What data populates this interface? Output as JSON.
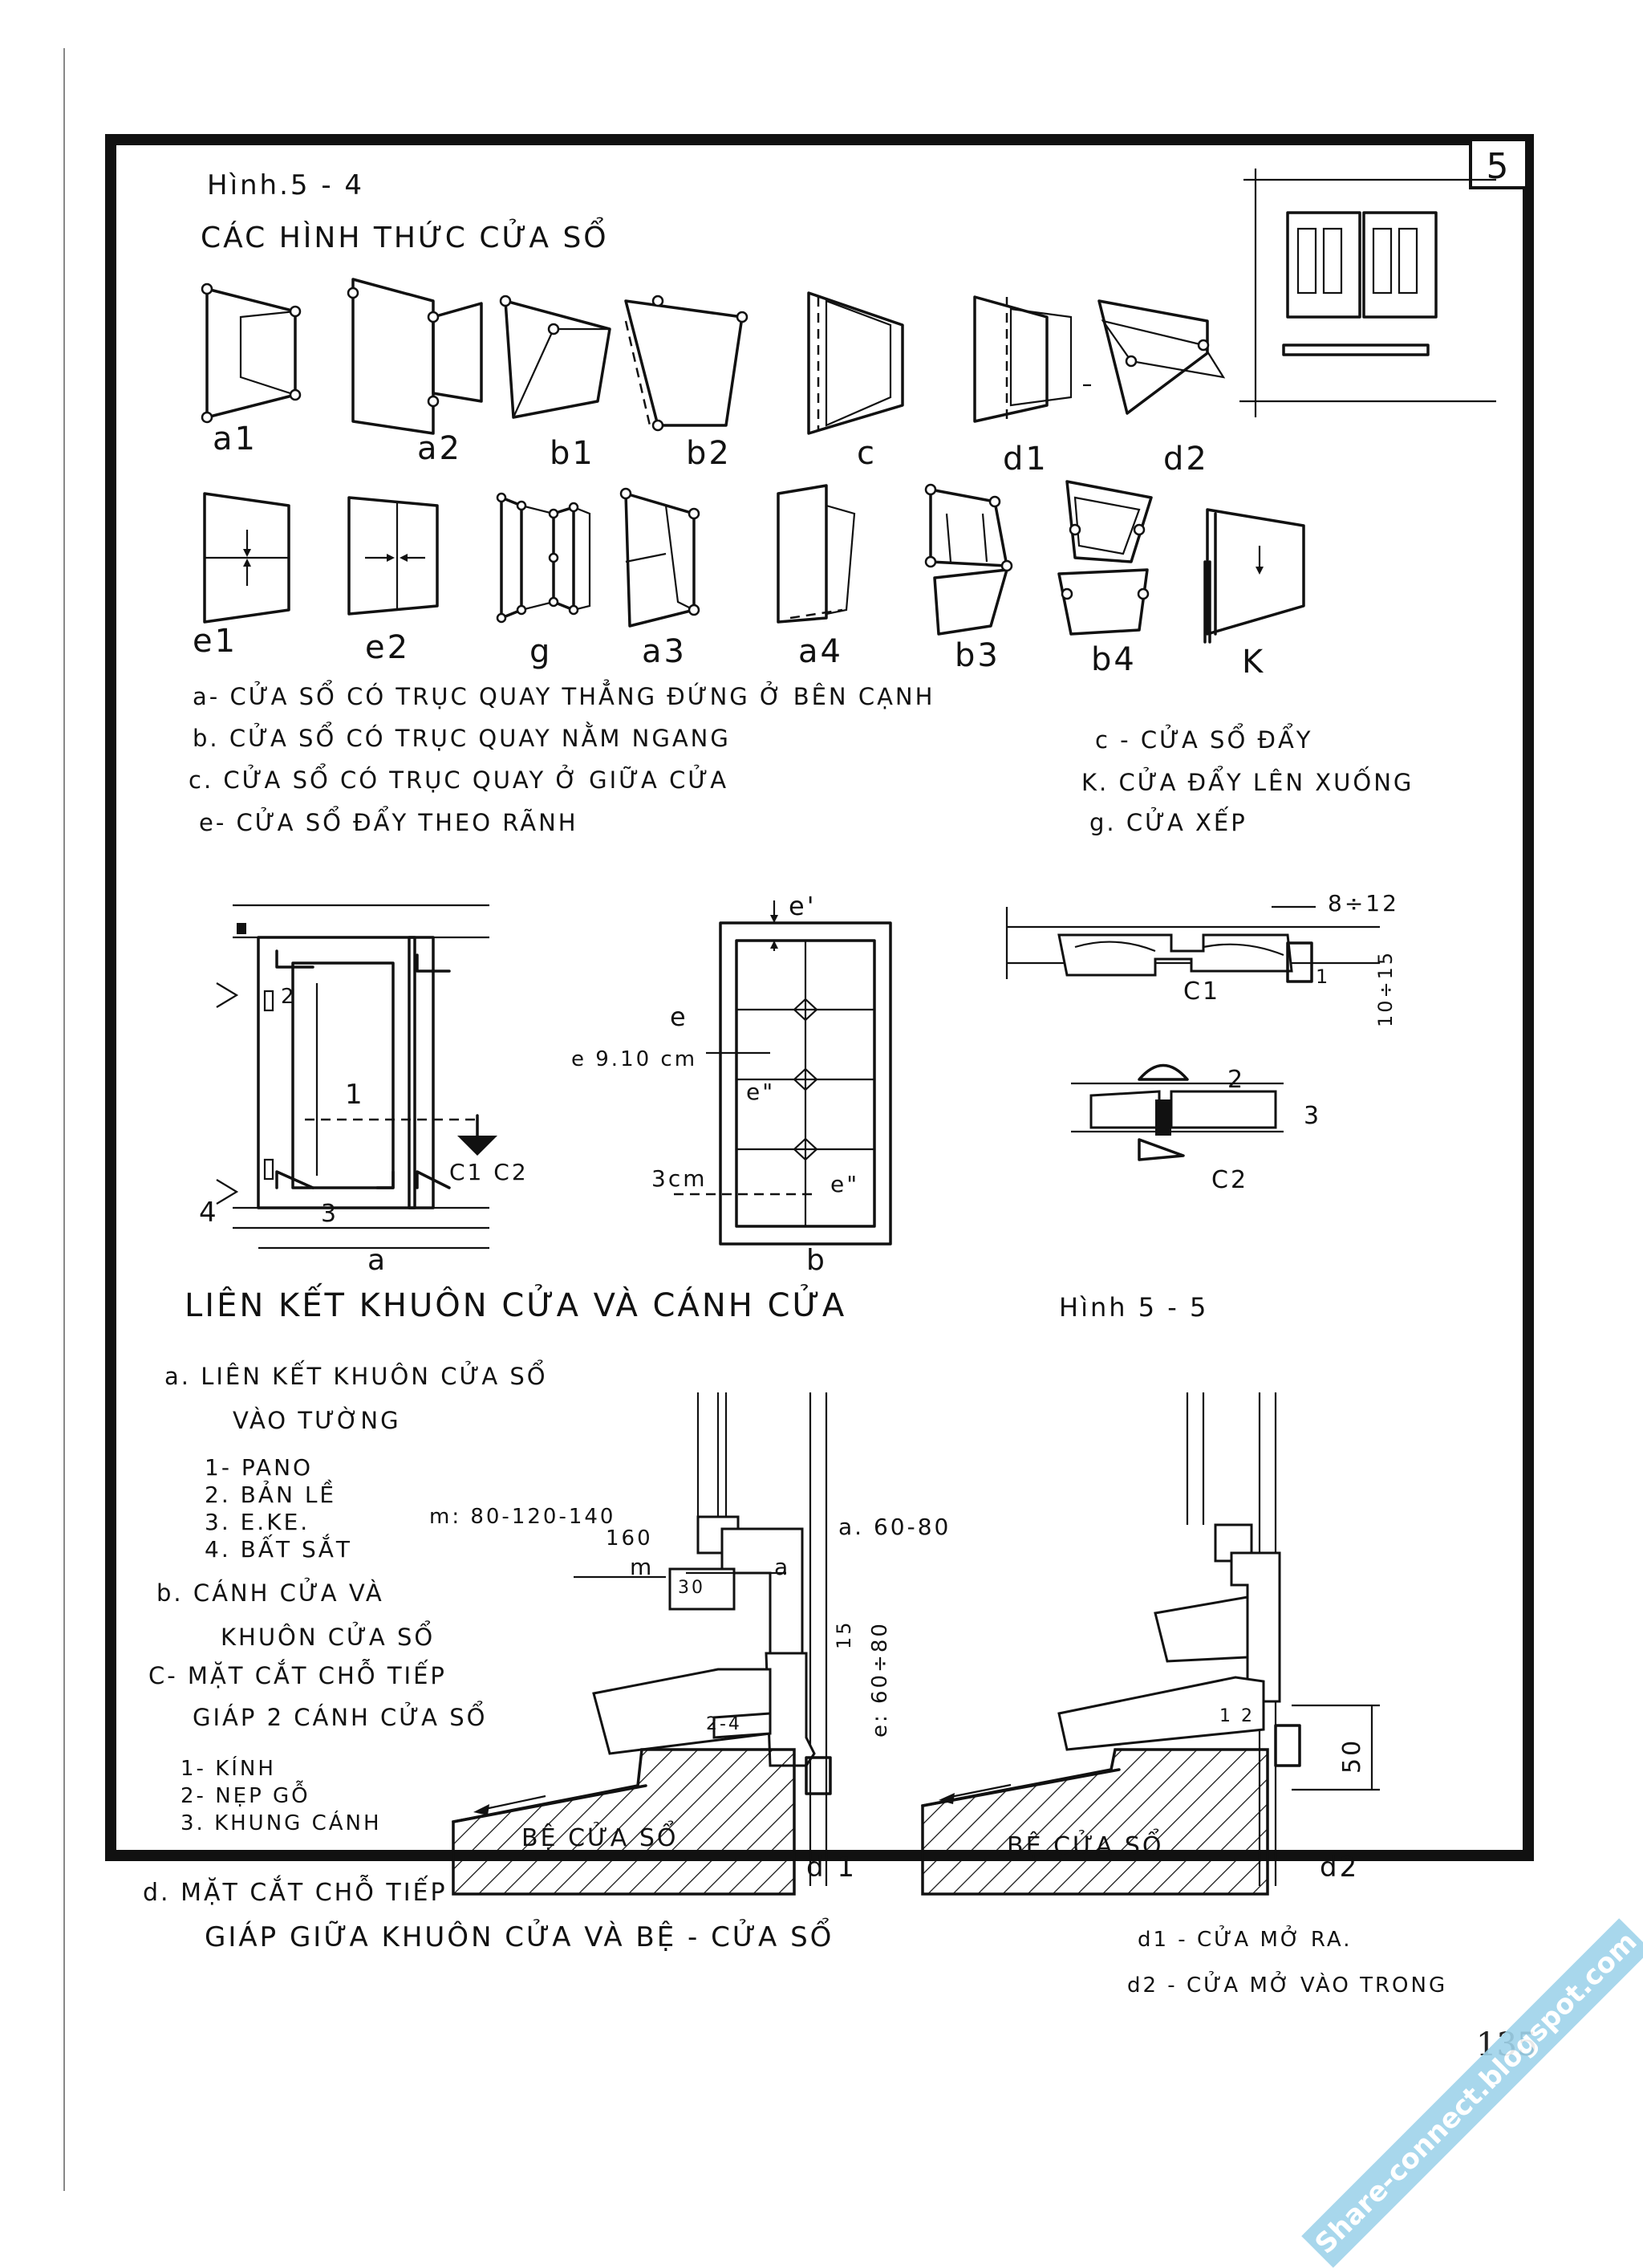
{
  "header": {
    "section_number": "5",
    "figure_1_label": "Hình.5 - 4",
    "figure_1_title": "CÁC HÌNH THỨC CỬA SỔ",
    "figure_2_label": "Hình 5 - 5",
    "figure_2_title": "LIÊN KẾT KHUÔN CỬA VÀ CÁNH CỬA"
  },
  "window_types": {
    "row1": [
      "a1",
      "a2",
      "b1",
      "b2",
      "c",
      "d1",
      "d2"
    ],
    "row2": [
      "e1",
      "e2",
      "g",
      "a3",
      "a4",
      "b3",
      "b4",
      "K"
    ]
  },
  "legend_left": [
    "a- CỬA SỔ CÓ TRỤC QUAY THẲNG ĐỨNG Ở BÊN CẠNH",
    "b. CỬA SỔ CÓ TRỤC QUAY NẰM NGANG",
    "c. CỬA SỔ CÓ TRỤC QUAY Ở GIỮA CỬA",
    "e- CỬA SỔ ĐẨY THEO RÃNH"
  ],
  "legend_right": [
    "c - CỬA SỔ ĐẨY",
    "K. CỬA ĐẨY LÊN XUỐNG",
    "g. CỬA XẾP"
  ],
  "detail_labels": {
    "a_caption": "a",
    "b_caption": "b",
    "num_1": "1",
    "num_2": "2",
    "num_3": "3",
    "num_4": "4",
    "cut_mark": "C1 C2",
    "e_prime": "e'",
    "e": "e",
    "e_range": "e 9.10 cm",
    "e_double1": "e\"",
    "e_double2": "e\"",
    "three_cm": "3cm",
    "dim_8_12": "8÷12",
    "dim_10_15": "10÷15",
    "c1": "C1",
    "c2": "C2",
    "c2_num_2": "2",
    "c2_num_3": "3",
    "c1_num_1": "1"
  },
  "notes": {
    "a_title_1": "a. LIÊN KẾT KHUÔN CỬA SỔ",
    "a_title_2": "VÀO TƯỜNG",
    "a_items": [
      "1- PANO",
      "2. BẢN LỀ",
      "3. E.KE.",
      "4. BẤT SẮT"
    ],
    "b_title_1": "b. CÁNH CỬA VÀ",
    "b_title_2": "KHUÔN CỬA SỔ",
    "c_title_1": "C- MẶT CẮT CHỖ TIẾP",
    "c_title_2": "GIÁP 2 CÁNH CỬA SỔ",
    "c_items": [
      "1- KÍNH",
      "2- NẸP GỖ",
      "3. KHUNG CÁNH"
    ],
    "d_title_1": "d. MẶT CẮT CHỖ TIẾP",
    "d_title_2": "GIÁP GIỮA KHUÔN CỬA VÀ BỆ - CỬA SỔ",
    "d1_desc": "d1 - CỬA MỞ RA.",
    "d2_desc": "d2 - CỬA MỞ VÀO TRONG"
  },
  "section_labels": {
    "m_range_1": "m: 80-120-140",
    "m_range_2": "160",
    "a_range": "a. 60-80",
    "m": "m",
    "a": "a",
    "dim_30": "30",
    "dim_15": "15",
    "dim_e": "e: 60÷80",
    "dim_2_4": "2-4",
    "dim_50": "50",
    "dim_1_2": "1 2",
    "sill_1": "BỆ CỬA SỔ",
    "sill_2": "BỆ CỬA SỔ",
    "d1": "d 1",
    "d2": "d2"
  },
  "footer": {
    "page_number": "135",
    "watermark": "Share-connect.blogspot.com"
  }
}
